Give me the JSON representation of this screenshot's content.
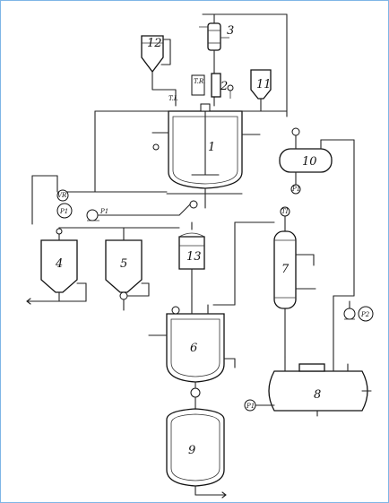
{
  "equipment": [
    {
      "key": "e1",
      "label": "1"
    },
    {
      "key": "e2",
      "label": "2"
    },
    {
      "key": "e3",
      "label": "3"
    },
    {
      "key": "e4",
      "label": "4"
    },
    {
      "key": "e5",
      "label": "5"
    },
    {
      "key": "e6",
      "label": "6"
    },
    {
      "key": "e7",
      "label": "7"
    },
    {
      "key": "e8",
      "label": "8"
    },
    {
      "key": "e9",
      "label": "9"
    },
    {
      "key": "e10",
      "label": "10"
    },
    {
      "key": "e11",
      "label": "11"
    },
    {
      "key": "e12",
      "label": "12"
    },
    {
      "key": "e13",
      "label": "13"
    }
  ],
  "instruments": {
    "ti": "T.I.",
    "tr": "T.R.",
    "p1_left": "P1",
    "p1_bottom": "P1",
    "p1_v10": "P1",
    "p2": "P2",
    "vr": "VR",
    "ti_small": "TI",
    "pump_label": "P1"
  }
}
